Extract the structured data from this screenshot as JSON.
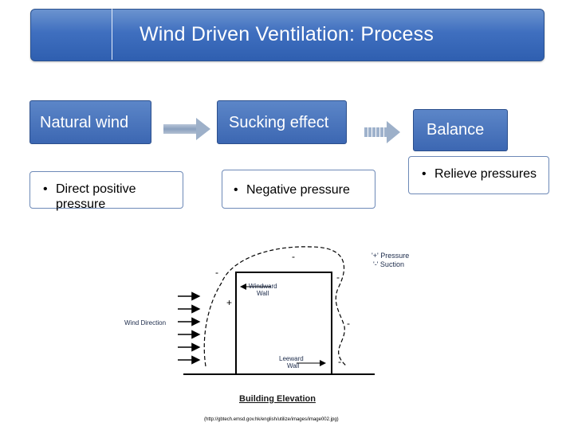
{
  "title": "Wind Driven Ventilation: Process",
  "steps": [
    {
      "label": "Natural wind",
      "bullet": "Direct positive pressure"
    },
    {
      "label": "Sucking effect",
      "bullet": "Negative pressure"
    },
    {
      "label": "Balance",
      "bullet": "Relieve pressures"
    }
  ],
  "bullet_glyph": "•",
  "diagram": {
    "legend_plus": "'+' Pressure",
    "legend_minus": "'-' Suction",
    "windward_wall": [
      "Windward",
      "Wall"
    ],
    "leeward_wall": [
      "Leeward",
      "Wall"
    ],
    "wind_direction": "Wind Direction",
    "caption": "Building Elevation",
    "source": "(http://gbtech.emsd.gov.hk/english/utilize/images/image002.jpg)",
    "plus_sign": "+",
    "minus_sign": "-"
  },
  "colors": {
    "title_blue": "#3f6fbf",
    "step_blue": "#3c67b2",
    "box_border": "#6d89b7",
    "arrow_gray": "#9db0c9"
  }
}
